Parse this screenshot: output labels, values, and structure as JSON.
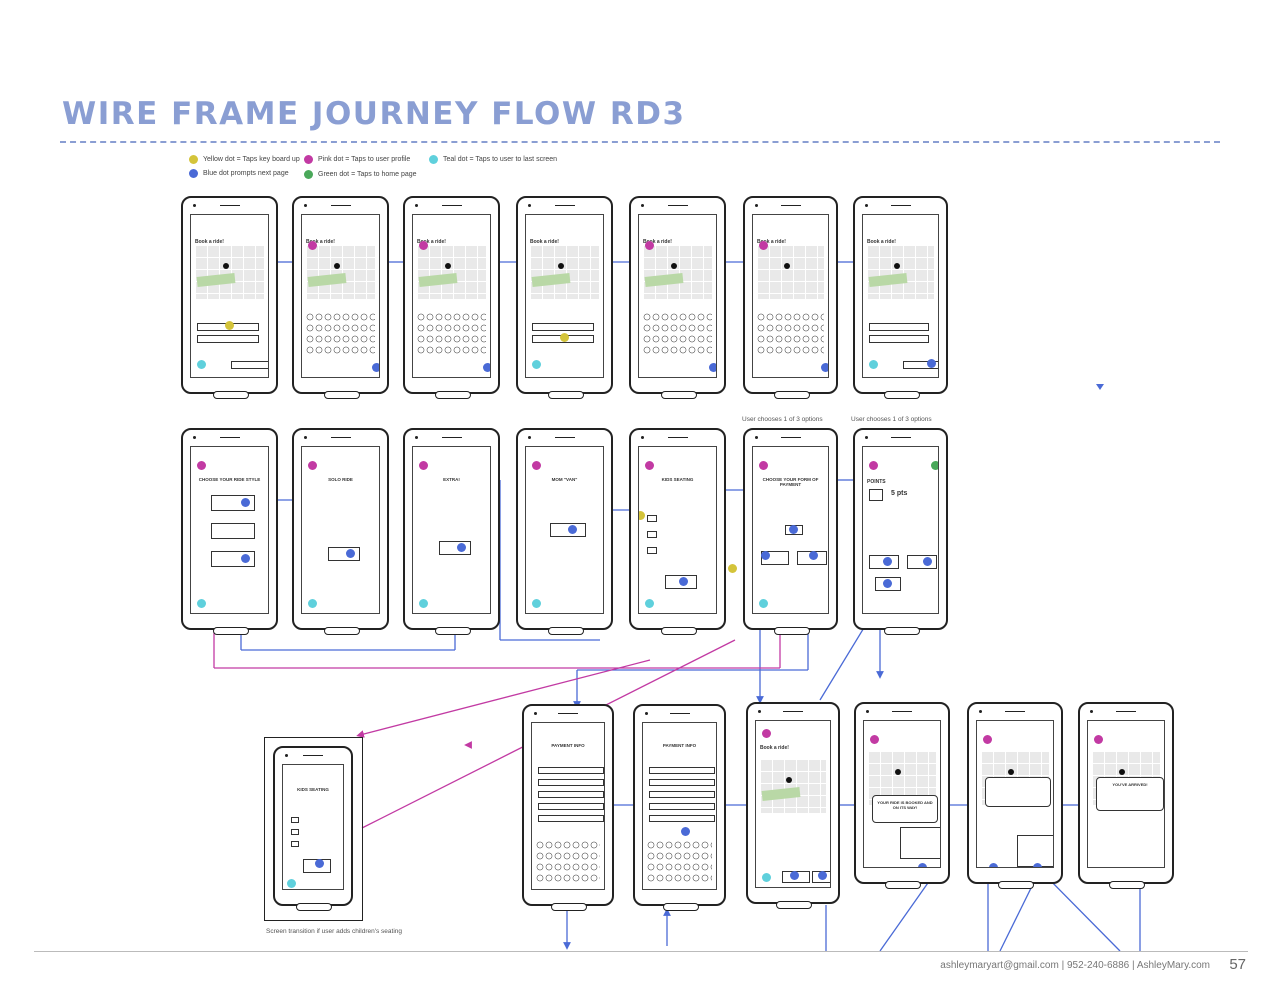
{
  "page": {
    "title": "WIRE FRAME JOURNEY FLOW RD3",
    "footer_text": "ashleymaryart@gmail.com | 952-240-6886 | AshleyMary.com",
    "page_number": "57"
  },
  "legend": [
    {
      "label": "Yellow dot = Taps key board up",
      "color": "#d4c43a"
    },
    {
      "label": "Blue dot prompts next page",
      "color": "#4a6ad6"
    },
    {
      "label": "Pink dot = Taps to user profile",
      "color": "#c23aa3"
    },
    {
      "label": "Green dot  = Taps to home page",
      "color": "#4aa85a"
    },
    {
      "label": "Teal dot = Taps to user to last screen",
      "color": "#5fd0dc"
    }
  ],
  "captions": {
    "options_1": "User chooses 1 of 3 options",
    "options_2": "User chooses 1 of 3 options",
    "transition": "Screen transition if user adds children's seating"
  },
  "screens": {
    "book_a_ride": "Book a ride!",
    "choose_style": "CHOOSE YOUR RIDE STYLE",
    "solo": "SOLO RIDE",
    "extra": "EXTRA!",
    "mom": "MOM \"VAN\"",
    "kids": "KIDS SEATING",
    "payment_form": "CHOOSE YOUR FORM OF PAYMENT",
    "points": "POINTS",
    "points_value": "5 pts",
    "payment_info": "PAYMENT INFO",
    "booked": "YOUR RIDE IS BOOKED AND ON ITS WAY!",
    "arrived": "YOU'VE ARRIVED!"
  },
  "colors": {
    "title": "#8a9ed3",
    "blue_line": "#4a6ad6",
    "pink_line": "#c23aa3",
    "yellow_dot": "#d4c43a",
    "teal_dot": "#5fd0dc",
    "green_dot": "#4aa85a"
  }
}
